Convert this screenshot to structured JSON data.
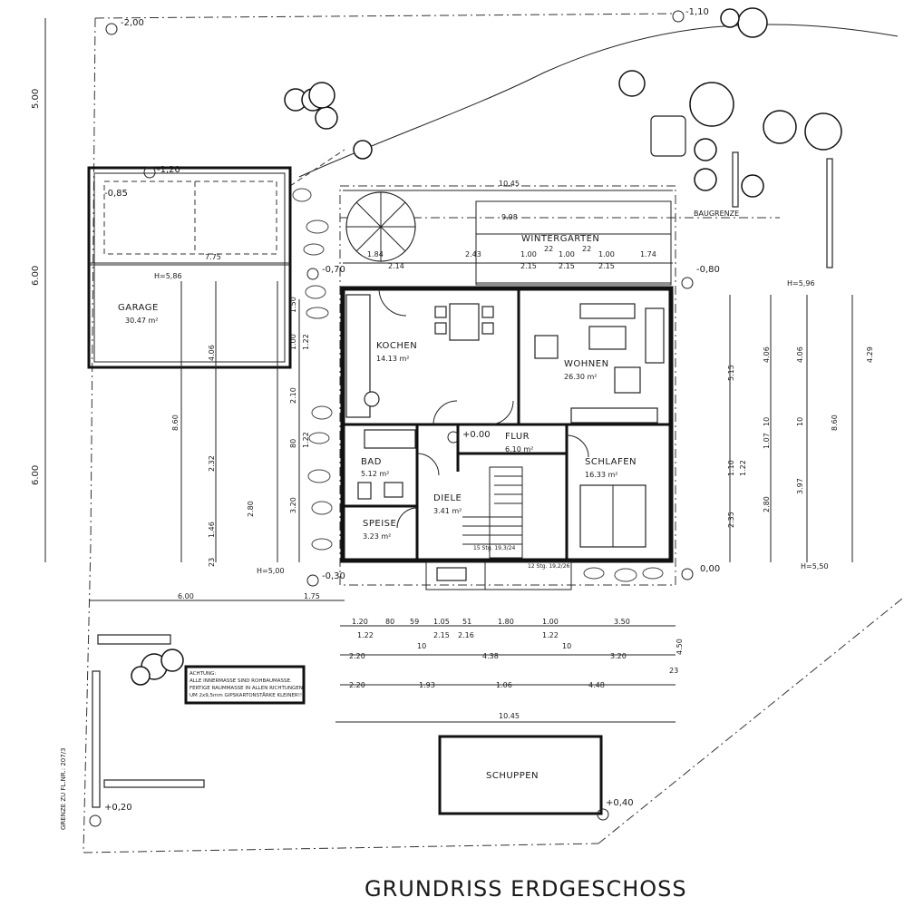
{
  "title": "GRUNDRISS ERDGESCHOSS",
  "rooms": {
    "wintergarten": {
      "name": "WINTERGARTEN"
    },
    "kochen": {
      "name": "KOCHEN",
      "area": "14.13 m²"
    },
    "wohnen": {
      "name": "WOHNEN",
      "area": "26.30 m²"
    },
    "flur": {
      "name": "FLUR",
      "area": "6.10 m²"
    },
    "bad": {
      "name": "BAD",
      "area": "5.12 m²"
    },
    "schlafen": {
      "name": "SCHLAFEN",
      "area": "16.33 m²"
    },
    "diele": {
      "name": "DIELE",
      "area": "3.41 m²"
    },
    "speise": {
      "name": "SPEISE",
      "area": "3.23 m²"
    },
    "garage": {
      "name": "GARAGE",
      "area": "30.47 m²"
    },
    "schuppen": {
      "name": "SCHUPPEN"
    }
  },
  "levels": {
    "l1": "-2,00",
    "l2": "-1,10",
    "l3": "-1,20",
    "l4": "-0,85",
    "l5": "-0,70",
    "l6": "-0,80",
    "l7": "+0.00",
    "l8": "-0,30",
    "l9": "0,00",
    "l10": "+0,20",
    "l11": "+0,40"
  },
  "labels": {
    "baugrenze": "BAUGRENZE",
    "h586": "H=5,86",
    "h596": "H=5,96",
    "h500": "H=5,00",
    "h550": "H=5,50",
    "stair1": "15 Stg. 19,3/24",
    "stair2": "12 Stg. 19,2/26",
    "note1": "ACHTUNG:",
    "note2": "ALLE INNERMASSE SIND ROHBAUMASSE.",
    "note3": "FERTIGE RAUMMASSE IN ALLEN RICHTUNGEN",
    "note4": "UM 2x9,5mm GIPSKARTONSTÄRKE KLEINER!!",
    "grenze": "GRENZE ZU FL.NR.: 207/3"
  },
  "dims": {
    "d1": "10.45",
    "d2": "9.98",
    "d3": "7.75",
    "d4": "1.84",
    "d5": "2.14",
    "d6": "2.43",
    "d7": "1.00",
    "d8": "22",
    "d9": "1.00",
    "d10": "22",
    "d11": "1.00",
    "d12": "1.74",
    "d13": "2.15",
    "d14": "2.15",
    "d15": "2.15",
    "d16": "6.00",
    "d17": "1.75",
    "d18": "1.20",
    "d19": "80",
    "d20": "59",
    "d21": "1.05",
    "d22": "51",
    "d23": "1.80",
    "d24": "1.00",
    "d25": "3.50",
    "d26": "1.22",
    "d27": "2.15",
    "d28": "2.16",
    "d29": "1.22",
    "d30": "2.20",
    "d31": "10",
    "d32": "4.38",
    "d33": "10",
    "d34": "3.20",
    "d35": "4.50",
    "d36": "2.20",
    "d37": "1.93",
    "d38": "1.06",
    "d39": "4.48",
    "d40": "23",
    "d41": "10.45",
    "v1": "5.00",
    "v2": "6.00",
    "v3": "6.00",
    "v4": "8.60",
    "v5": "4.06",
    "v6": "2.32",
    "v7": "2.80",
    "v8": "1.46",
    "v9": "23",
    "v10": "1.00",
    "v11": "1.22",
    "v12": "2.10",
    "v13": "80",
    "v14": "1.22",
    "v15": "3.20",
    "v16": "1.10",
    "v17": "1.22",
    "v18": "2.80",
    "v19": "2.35",
    "v20": "4.06",
    "v21": "1.07",
    "v22": "3.97",
    "v23": "8.60",
    "v24": "4.29",
    "v25": "5.15",
    "v26": "1.50",
    "v27": "4.06",
    "v28": "10",
    "v29": "10"
  }
}
